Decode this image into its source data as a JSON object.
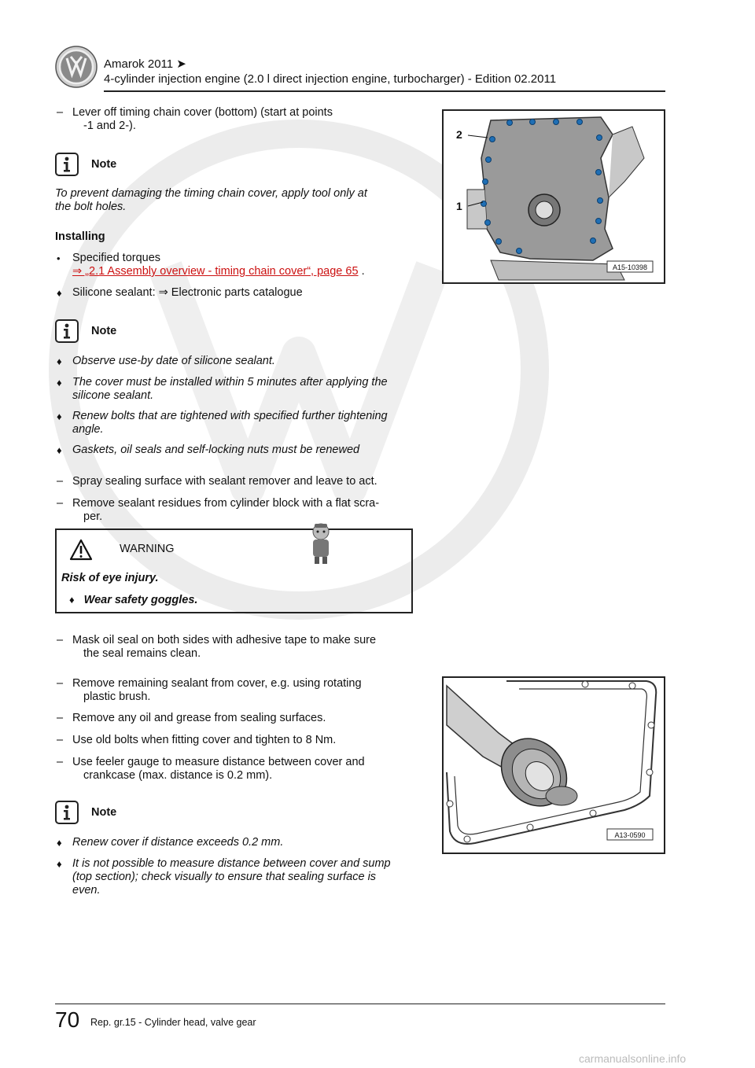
{
  "header": {
    "model": "Amarok 2011 ➤",
    "engine": "4-cylinder injection engine (2.0 l direct injection engine, turbocharger) - Edition 02.2011"
  },
  "steps_top": [
    {
      "marker": "–",
      "text": "Lever off timing chain cover (bottom) (start at points",
      "cont": "-1 and 2-)."
    }
  ],
  "note1": {
    "label": "Note",
    "text1": "To prevent damaging the timing chain cover, apply tool only at",
    "text2": "the bolt holes."
  },
  "installing": {
    "title": "Installing",
    "torque_marker": "•",
    "torque_label": "Specified torques",
    "torque_link": "⇒ „2.1 Assembly overview - timing chain cover“, page 65",
    "torque_link_suffix": ".",
    "sealant_marker": "♦",
    "sealant_text": "Silicone sealant: ⇒  Electronic parts catalogue"
  },
  "note2": {
    "label": "Note",
    "items": [
      {
        "marker": "♦",
        "l1": "Observe use-by date of silicone sealant.",
        "l2": ""
      },
      {
        "marker": "♦",
        "l1": "The cover must be installed within 5 minutes after applying the",
        "l2": "silicone sealant."
      },
      {
        "marker": "♦",
        "l1": "Renew bolts that are tightened with specified further tightening",
        "l2": "angle."
      },
      {
        "marker": "♦",
        "l1": "Gaskets, oil seals and self-locking nuts must be renewed",
        "l2": ""
      }
    ]
  },
  "steps_mid": [
    {
      "marker": "–",
      "text": "Spray sealing surface with sealant remover and leave to act.",
      "cont": ""
    },
    {
      "marker": "–",
      "text": "Remove sealant residues from cylinder block with a flat scra-",
      "cont": "per."
    }
  ],
  "warning": {
    "label": "WARNING",
    "text": "Risk of eye injury.",
    "item_marker": "♦",
    "item": "Wear safety goggles."
  },
  "steps_bottom": [
    {
      "marker": "–",
      "text": "Mask oil seal on both sides with adhesive tape to make sure",
      "cont": "the seal remains clean."
    },
    {
      "marker": "–",
      "text": "Remove remaining sealant from cover, e.g. using rotating",
      "cont": "plastic brush."
    },
    {
      "marker": "–",
      "text": "Remove any oil and grease from sealing surfaces.",
      "cont": ""
    },
    {
      "marker": "–",
      "text": "Use old bolts when fitting cover and tighten to 8 Nm.",
      "cont": ""
    },
    {
      "marker": "–",
      "text": "Use feeler gauge to measure distance between cover and",
      "cont": "crankcase (max. distance is 0.2 mm)."
    }
  ],
  "note3": {
    "label": "Note",
    "items": [
      {
        "marker": "♦",
        "l1": "Renew cover if distance exceeds 0.2 mm.",
        "l2": "",
        "l3": ""
      },
      {
        "marker": "♦",
        "l1": "It is not possible to measure distance between cover and sump",
        "l2": "(top section); check visually to ensure that sealing surface is",
        "l3": "even."
      }
    ]
  },
  "figure1": {
    "code": "A15-10398",
    "callout_1": "1",
    "callout_2": "2"
  },
  "figure2": {
    "code": "A13-0590"
  },
  "footer": {
    "page_number": "70",
    "section": "Rep. gr.15 - Cylinder head, valve gear",
    "site": "carmanualsonline.info"
  },
  "colors": {
    "link": "#cc1111",
    "bolt_marker": "#1f6fb5",
    "watermark": "#e3e3e3"
  }
}
